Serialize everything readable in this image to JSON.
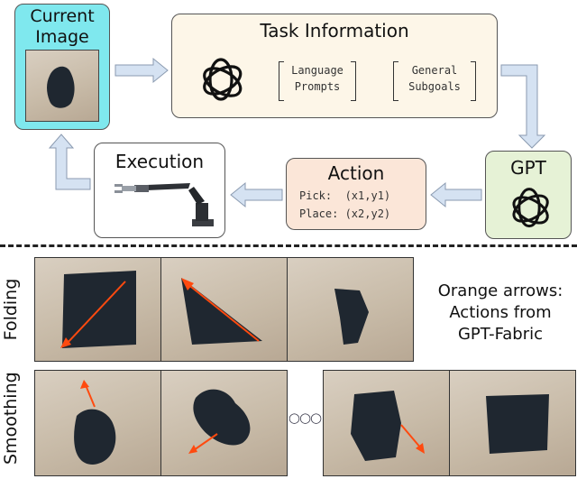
{
  "pipeline": {
    "current_image": {
      "label_line1": "Current",
      "label_line2": "Image"
    },
    "task_information": {
      "title": "Task Information",
      "language_prompts_line1": "Language",
      "language_prompts_line2": "Prompts",
      "general_subgoals_line1": "General",
      "general_subgoals_line2": "Subgoals"
    },
    "gpt": {
      "title": "GPT"
    },
    "action": {
      "title": "Action",
      "pick": "Pick:  (x1,y1)",
      "place": "Place: (x2,y2)"
    },
    "execution": {
      "title": "Execution"
    }
  },
  "examples": {
    "folding_label": "Folding",
    "smoothing_label": "Smoothing",
    "ellipsis": "○○○",
    "note_line1": "Orange arrows:",
    "note_line2": "Actions from",
    "note_line3": "GPT-Fabric"
  },
  "colors": {
    "current_image_fill": "#7fe8ee",
    "task_info_fill": "#fdf6e8",
    "gpt_fill": "#e6f2d6",
    "action_fill": "#fbe6d8",
    "flow_arrow_fill": "#d5e2f2",
    "action_arrow": "#ff4a0f",
    "fabric": "#1f2730"
  },
  "icons": [
    "openai-logo-icon",
    "robot-arm-icon",
    "flow-arrow-icon"
  ]
}
